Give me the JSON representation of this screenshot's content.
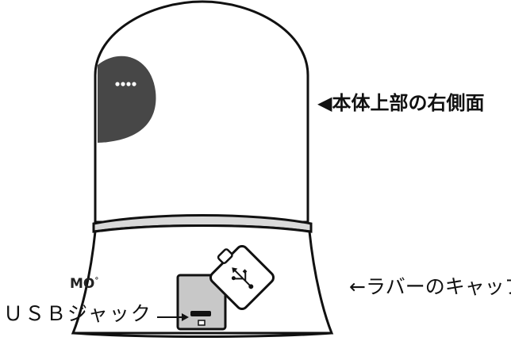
{
  "labels": {
    "top_right_side": "◀本体上部の右側面",
    "rubber_cap": "←ラバーのキャップ",
    "usb_jack": "ＵＳＢジャック"
  },
  "brand_mark": "MO",
  "colors": {
    "outline": "#111111",
    "body_fill": "#ffffff",
    "side_panel": "#474747",
    "ring": "#d9d9d9",
    "port_panel": "#c8c8c8"
  },
  "icons": {
    "cap_symbol": "usb-icon",
    "panel_indicator": "dots-icon"
  }
}
